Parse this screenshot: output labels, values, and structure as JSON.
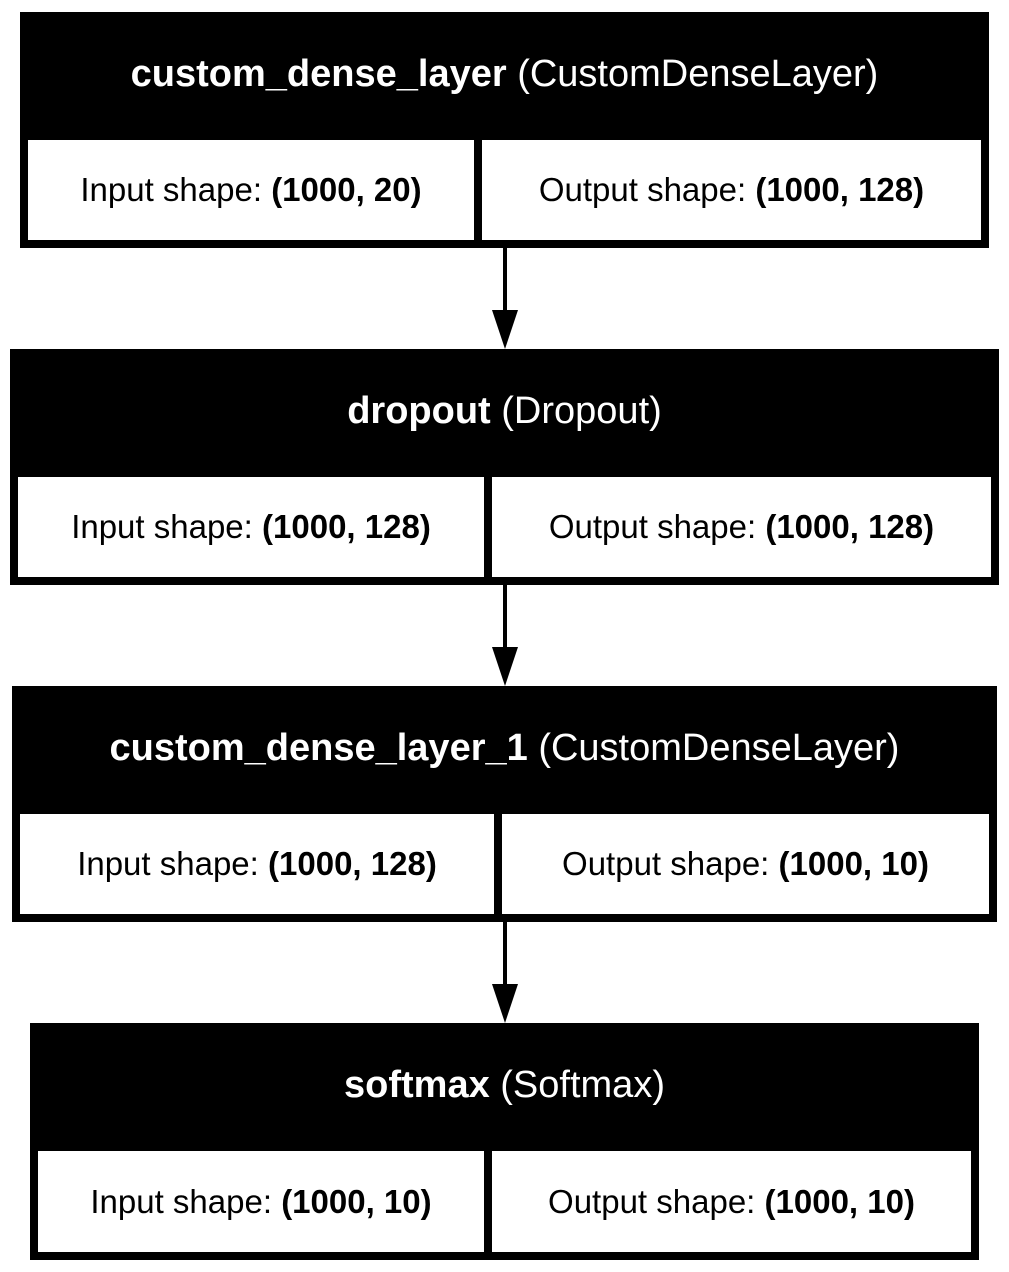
{
  "diagram": {
    "shape_labels": {
      "input": "Input shape: ",
      "output": "Output shape: "
    },
    "layers": [
      {
        "name": "custom_dense_layer",
        "type": "(CustomDenseLayer)",
        "input_shape": "(1000, 20)",
        "output_shape": "(1000, 128)"
      },
      {
        "name": "dropout",
        "type": "(Dropout)",
        "input_shape": "(1000, 128)",
        "output_shape": "(1000, 128)"
      },
      {
        "name": "custom_dense_layer_1",
        "type": "(CustomDenseLayer)",
        "input_shape": "(1000, 128)",
        "output_shape": "(1000, 10)"
      },
      {
        "name": "softmax",
        "type": "(Softmax)",
        "input_shape": "(1000, 10)",
        "output_shape": "(1000, 10)"
      }
    ],
    "edges": [
      {
        "from": "custom_dense_layer",
        "to": "dropout"
      },
      {
        "from": "dropout",
        "to": "custom_dense_layer_1"
      },
      {
        "from": "custom_dense_layer_1",
        "to": "softmax"
      }
    ]
  }
}
